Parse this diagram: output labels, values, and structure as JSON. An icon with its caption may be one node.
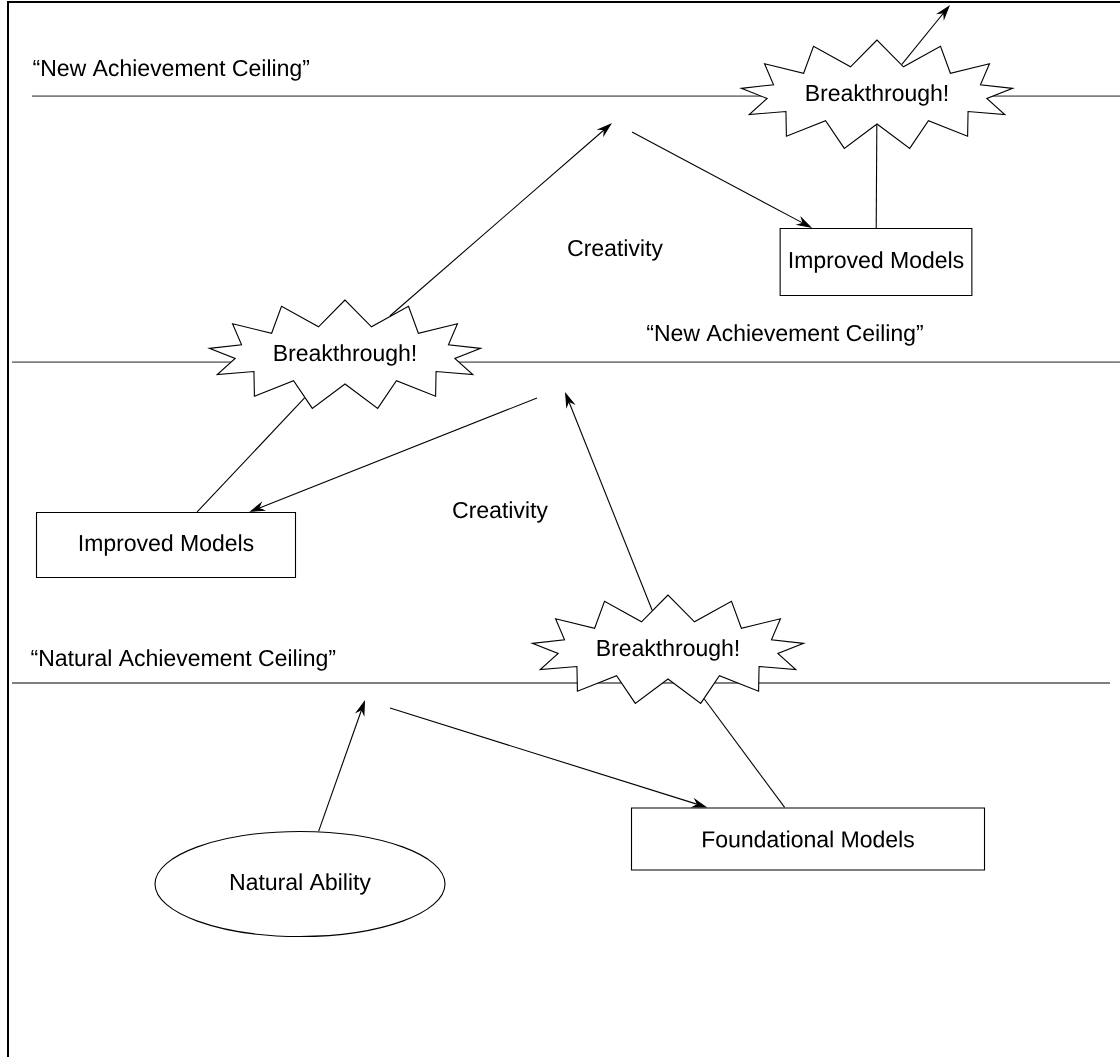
{
  "diagram": {
    "nodes": [
      {
        "text": [
          "Breakthrough!"
        ]
      },
      {
        "text": [
          "Improved Models"
        ]
      },
      {
        "text": [
          "Breakthrough!"
        ]
      },
      {
        "text": [
          "Improved Models"
        ]
      },
      {
        "text": [
          "Breakthrough!"
        ]
      },
      {
        "text": [
          "Foundational Models"
        ]
      },
      {
        "text": [
          "Natural Ability"
        ]
      }
    ],
    "edges": [
      {
        "from": 6,
        "to": null,
        "arrow": "to"
      },
      {
        "from": null,
        "to": 5,
        "arrow": "to"
      },
      {
        "from": 5,
        "to": 4,
        "arrow": "none"
      },
      {
        "from": 4,
        "to": null,
        "arrow": "to"
      },
      {
        "from": null,
        "to": 3,
        "arrow": "to"
      },
      {
        "from": 3,
        "to": 2,
        "arrow": "none"
      },
      {
        "from": 2,
        "to": null,
        "arrow": "to"
      },
      {
        "from": null,
        "to": 1,
        "arrow": "to"
      },
      {
        "from": 1,
        "to": 0,
        "arrow": "none"
      },
      {
        "from": 0,
        "to": null,
        "arrow": "to"
      }
    ],
    "labels": [
      "“New Achievement Ceiling”",
      "Creativity",
      "“New Achievement Ceiling”",
      "Creativity",
      "“Natural Achievement Ceiling”"
    ]
  }
}
